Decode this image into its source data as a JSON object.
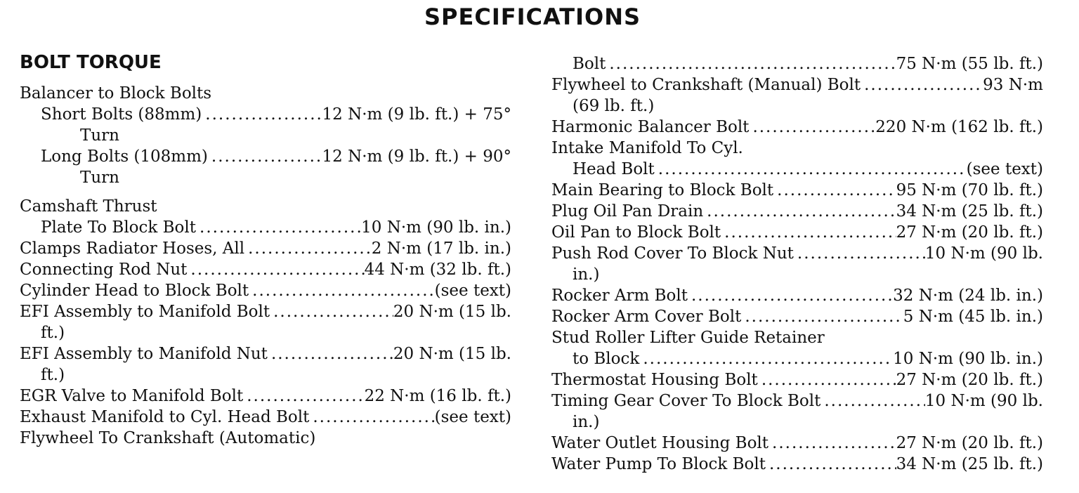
{
  "title": "SPECIFICATIONS",
  "section_title": "BOLT TORQUE",
  "leader": "............................................................................................................................................................",
  "left_column": [
    {
      "label": "Balancer to Block Bolts",
      "value": ""
    },
    {
      "label": "Short Bolts (88mm)",
      "value": "12 N·m (9 lb. ft.) + 75°"
    },
    {
      "label": "Turn",
      "value": ""
    },
    {
      "label": "Long Bolts (108mm)",
      "value": "12 N·m (9 lb. ft.) + 90°"
    },
    {
      "label": "Turn",
      "value": ""
    },
    {
      "label": "Camshaft Thrust",
      "value": ""
    },
    {
      "label": "Plate To Block Bolt",
      "value": "10 N·m (90 lb. in.)"
    },
    {
      "label": "Clamps Radiator Hoses, All",
      "value": "2 N·m (17 lb. in.)"
    },
    {
      "label": "Connecting Rod Nut",
      "value": "44 N·m (32 lb. ft.)"
    },
    {
      "label": "Cylinder Head to Block Bolt",
      "value": "(see text)"
    },
    {
      "label": "EFI Assembly to Manifold Bolt",
      "value": "20 N·m (15 lb."
    },
    {
      "label": "ft.)",
      "value": ""
    },
    {
      "label": "EFI Assembly to Manifold Nut",
      "value": "20 N·m (15 lb."
    },
    {
      "label": "ft.)",
      "value": ""
    },
    {
      "label": "EGR Valve to Manifold Bolt",
      "value": "22 N·m (16 lb. ft.)"
    },
    {
      "label": "Exhaust Manifold to Cyl. Head Bolt",
      "value": "(see text)"
    },
    {
      "label": "Flywheel To Crankshaft (Automatic)",
      "value": ""
    }
  ],
  "right_column": [
    {
      "label": "Bolt",
      "value": "75 N·m (55 lb. ft.)"
    },
    {
      "label": "Flywheel to Crankshaft (Manual) Bolt",
      "value": "93 N·m"
    },
    {
      "label": "(69 lb. ft.)",
      "value": ""
    },
    {
      "label": "Harmonic Balancer Bolt",
      "value": "220 N·m (162 lb. ft.)"
    },
    {
      "label": "Intake Manifold To Cyl.",
      "value": ""
    },
    {
      "label": "Head Bolt",
      "value": "(see text)"
    },
    {
      "label": "Main Bearing to Block Bolt",
      "value": "95 N·m (70 lb. ft.)"
    },
    {
      "label": "Plug Oil Pan Drain",
      "value": "34 N·m (25 lb. ft.)"
    },
    {
      "label": "Oil Pan to Block Bolt",
      "value": "27 N·m (20 lb. ft.)"
    },
    {
      "label": "Push Rod Cover To Block Nut",
      "value": "10 N·m (90 lb."
    },
    {
      "label": "in.)",
      "value": ""
    },
    {
      "label": "Rocker Arm Bolt",
      "value": "32 N·m (24 lb. in.)"
    },
    {
      "label": "Rocker Arm Cover Bolt",
      "value": "5 N·m (45 lb. in.)"
    },
    {
      "label": "Stud Roller Lifter Guide Retainer",
      "value": ""
    },
    {
      "label": "to Block",
      "value": "10 N·m (90 lb. in.)"
    },
    {
      "label": "Thermostat Housing Bolt",
      "value": "27 N·m (20 lb. ft.)"
    },
    {
      "label": "Timing Gear Cover To Block Bolt",
      "value": "10 N·m (90 lb."
    },
    {
      "label": "in.)",
      "value": ""
    },
    {
      "label": "Water Outlet Housing Bolt",
      "value": "27 N·m (20 lb. ft.)"
    },
    {
      "label": "Water Pump To Block Bolt",
      "value": "34 N·m (25 lb. ft.)"
    }
  ]
}
